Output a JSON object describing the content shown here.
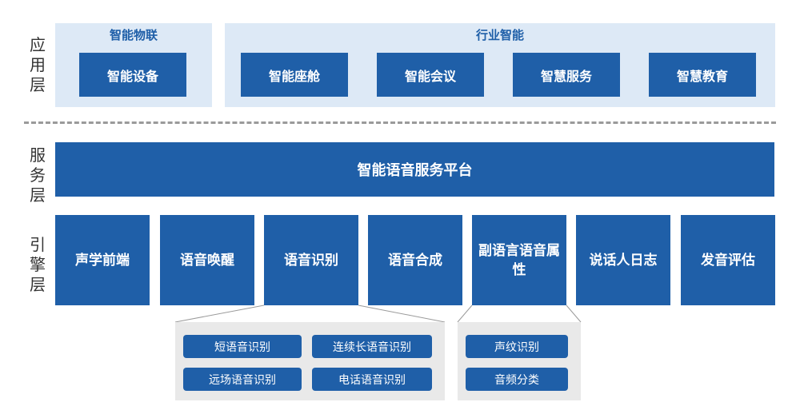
{
  "layers": {
    "application": "应用层",
    "service": "服务层",
    "engine": "引擎层"
  },
  "application": {
    "iot_group": {
      "title": "智能物联",
      "items": [
        "智能设备"
      ]
    },
    "industry_group": {
      "title": "行业智能",
      "items": [
        "智能座舱",
        "智能会议",
        "智慧服务",
        "智慧教育"
      ]
    }
  },
  "service": {
    "platform": "智能语音服务平台"
  },
  "engine": {
    "modules": [
      "声学前端",
      "语音唤醒",
      "语音识别",
      "语音合成",
      "副语言语音属性",
      "说话人日志",
      "发音评估"
    ],
    "asr_submodules": [
      "短语音识别",
      "连续长语音识别",
      "远场语音识别",
      "电话语音识别"
    ],
    "paralinguistic_submodules": [
      "声纹识别",
      "音频分类"
    ]
  },
  "colors": {
    "box": "#1f5fa8",
    "panel": "#dde9f6",
    "sub_panel": "#e9e9e9",
    "divider": "#9a9a9a"
  }
}
